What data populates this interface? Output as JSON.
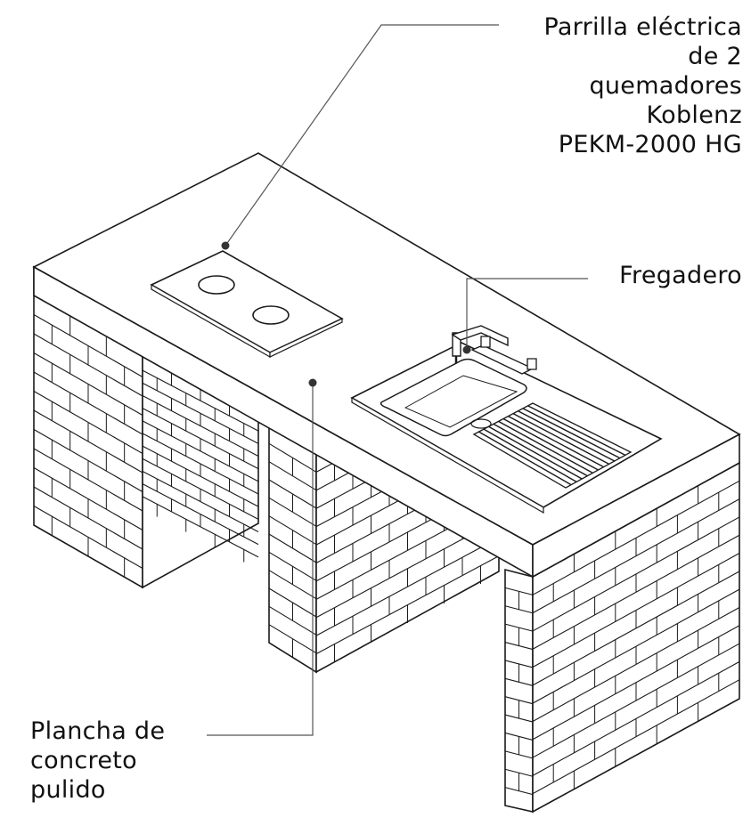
{
  "labels": {
    "grill": "Parrilla eléctrica\nde 2\nquemadores\nKoblenz\nPEKM-2000 HG",
    "sink": "Fregadero",
    "slab": "Plancha de\nconcreto\npulido"
  },
  "colors": {
    "stroke": "#1a1a1a",
    "leader": "#555555",
    "fill": "#ffffff"
  }
}
